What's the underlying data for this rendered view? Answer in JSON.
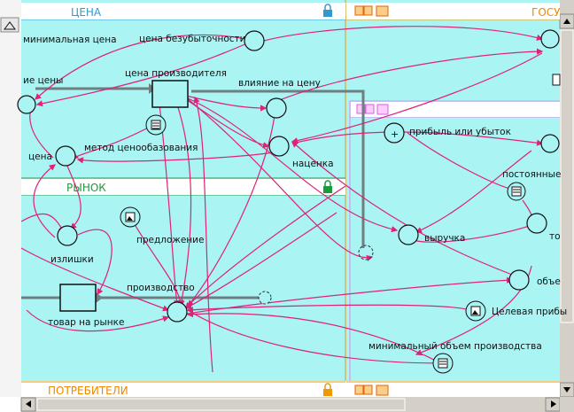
{
  "window": {
    "title": ""
  },
  "sectors": {
    "price": {
      "title": "ЦЕНА",
      "title_color": "#3399cc"
    },
    "gov": {
      "title": "ГОСУ",
      "title_color": "#ee8800"
    },
    "market": {
      "title": "РЫНОК",
      "title_color": "#1a9a3a"
    },
    "consumers": {
      "title": "ПОТРЕБИТЕЛИ",
      "title_color": "#ee8800"
    }
  },
  "nodes": {
    "min_price": "минимальная цена",
    "breakeven_price": "цена безубыточности",
    "price_change": "ие цены",
    "producer_price": "цена производителя",
    "price_influence": "влияние на цену",
    "price": "цена",
    "pricing_method": "метод ценообазования",
    "markup": "наценка",
    "profit_loss": "прибыль или убыток",
    "fixed": "постоянные",
    "revenue": "выручка",
    "supply": "предложение",
    "surplus": "излишки",
    "production": "производство",
    "goods_market": "товар на рынке",
    "target_profit": "Целевая прибы",
    "volume": "объе",
    "min_volume": "минимальный объем производства",
    "total": "то"
  },
  "colors": {
    "canvas": "#aaf4f4",
    "link": "#dd2277",
    "flow": "#6d7f7f",
    "sector_line_price": "#3399cc",
    "sector_line_market": "#2a9a4a",
    "sector_line_gov": "#ee9900",
    "sector_line_profit": "#dd88ee"
  }
}
